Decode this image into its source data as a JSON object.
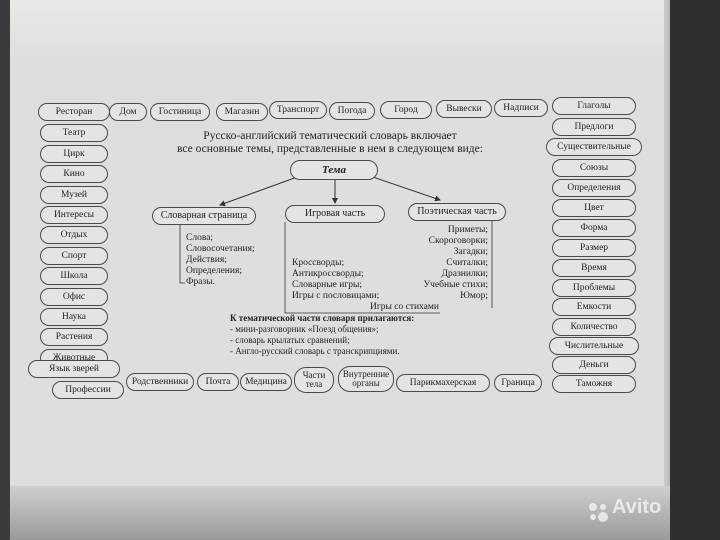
{
  "left_column": [
    "Ресторан",
    "Театр",
    "Цирк",
    "Кино",
    "Музей",
    "Интересы",
    "Отдых",
    "Спорт",
    "Школа",
    "Офис",
    "Наука",
    "Растения",
    "Животные",
    "Язык зверей",
    "Профессии"
  ],
  "top_row": [
    "Дом",
    "Гостиница",
    "Магазин",
    "Транспорт",
    "Погода",
    "Город",
    "Вывески",
    "Надписи"
  ],
  "right_column": [
    "Глаголы",
    "Предлоги",
    "Существительные",
    "Союзы",
    "Определения",
    "Цвет",
    "Форма",
    "Размер",
    "Время",
    "Проблемы",
    "Емкости",
    "Количество",
    "Числительные",
    "Деньги",
    "Таможня"
  ],
  "bottom_row": [
    "Родственники",
    "Почта",
    "Медицина",
    "Части тела",
    "Внутренние органы",
    "Парикмахерская",
    "Граница"
  ],
  "title_line1": "Русско-английский тематический словарь включает",
  "title_line2": "все основные темы, представленные в нем в следующем виде:",
  "tema": "Тема",
  "branches": {
    "dictionary_page": "Словарная страница",
    "game_part": "Игровая часть",
    "poetic_part": "Поэтическая часть"
  },
  "dictionary_items": [
    "Слова;",
    "Словосочетания;",
    "Действия;",
    "Определения;",
    "Фразы."
  ],
  "game_items": [
    "Кроссворды;",
    "Антикроссворды;",
    "Словарные игры;",
    "Игры с пословицами;",
    "Игры со стихами"
  ],
  "poetic_items": [
    "Приметы;",
    "Скороговорки;",
    "Загадки;",
    "Считалки;",
    "Дразнилки;",
    "Учебные стихи;",
    "Юмор;"
  ],
  "appendix": {
    "header": "К тематической части словаря прилагаются:",
    "items": [
      "- мини-разговорник «Поезд общения»;",
      "- словарь крылатых сравнений;",
      "- Англо-русский словарь с транскрипциями."
    ]
  },
  "watermark": "Avito"
}
